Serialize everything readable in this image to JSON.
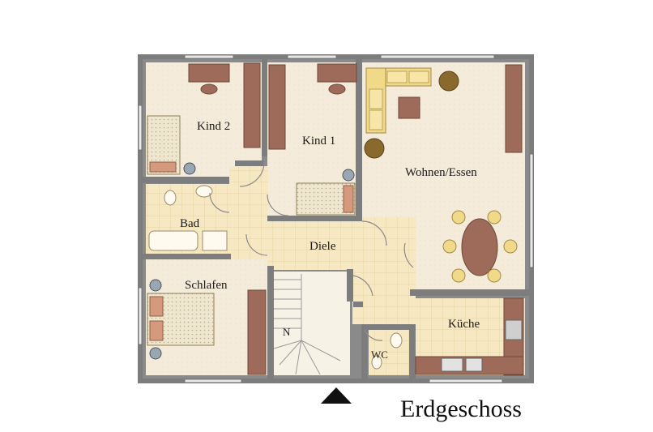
{
  "plan": {
    "title": "Erdgeschoss",
    "rooms": {
      "kind2": "Kind 2",
      "kind1": "Kind 1",
      "wohnen": "Wohnen/Essen",
      "bad": "Bad",
      "diele": "Diele",
      "schlafen": "Schlafen",
      "kueche": "Küche",
      "wc": "WC"
    },
    "stair_mark": "N"
  },
  "colors": {
    "wall": "#7a7a7a",
    "floor_room": "#f3ead9",
    "floor_tile": "#f6e8c3",
    "cabinet": "#9e6b5a",
    "sofa": "#f1d98a",
    "bed": "#e9dca8",
    "pillow": "#d59a7e",
    "plant": "#8a6a2c"
  }
}
